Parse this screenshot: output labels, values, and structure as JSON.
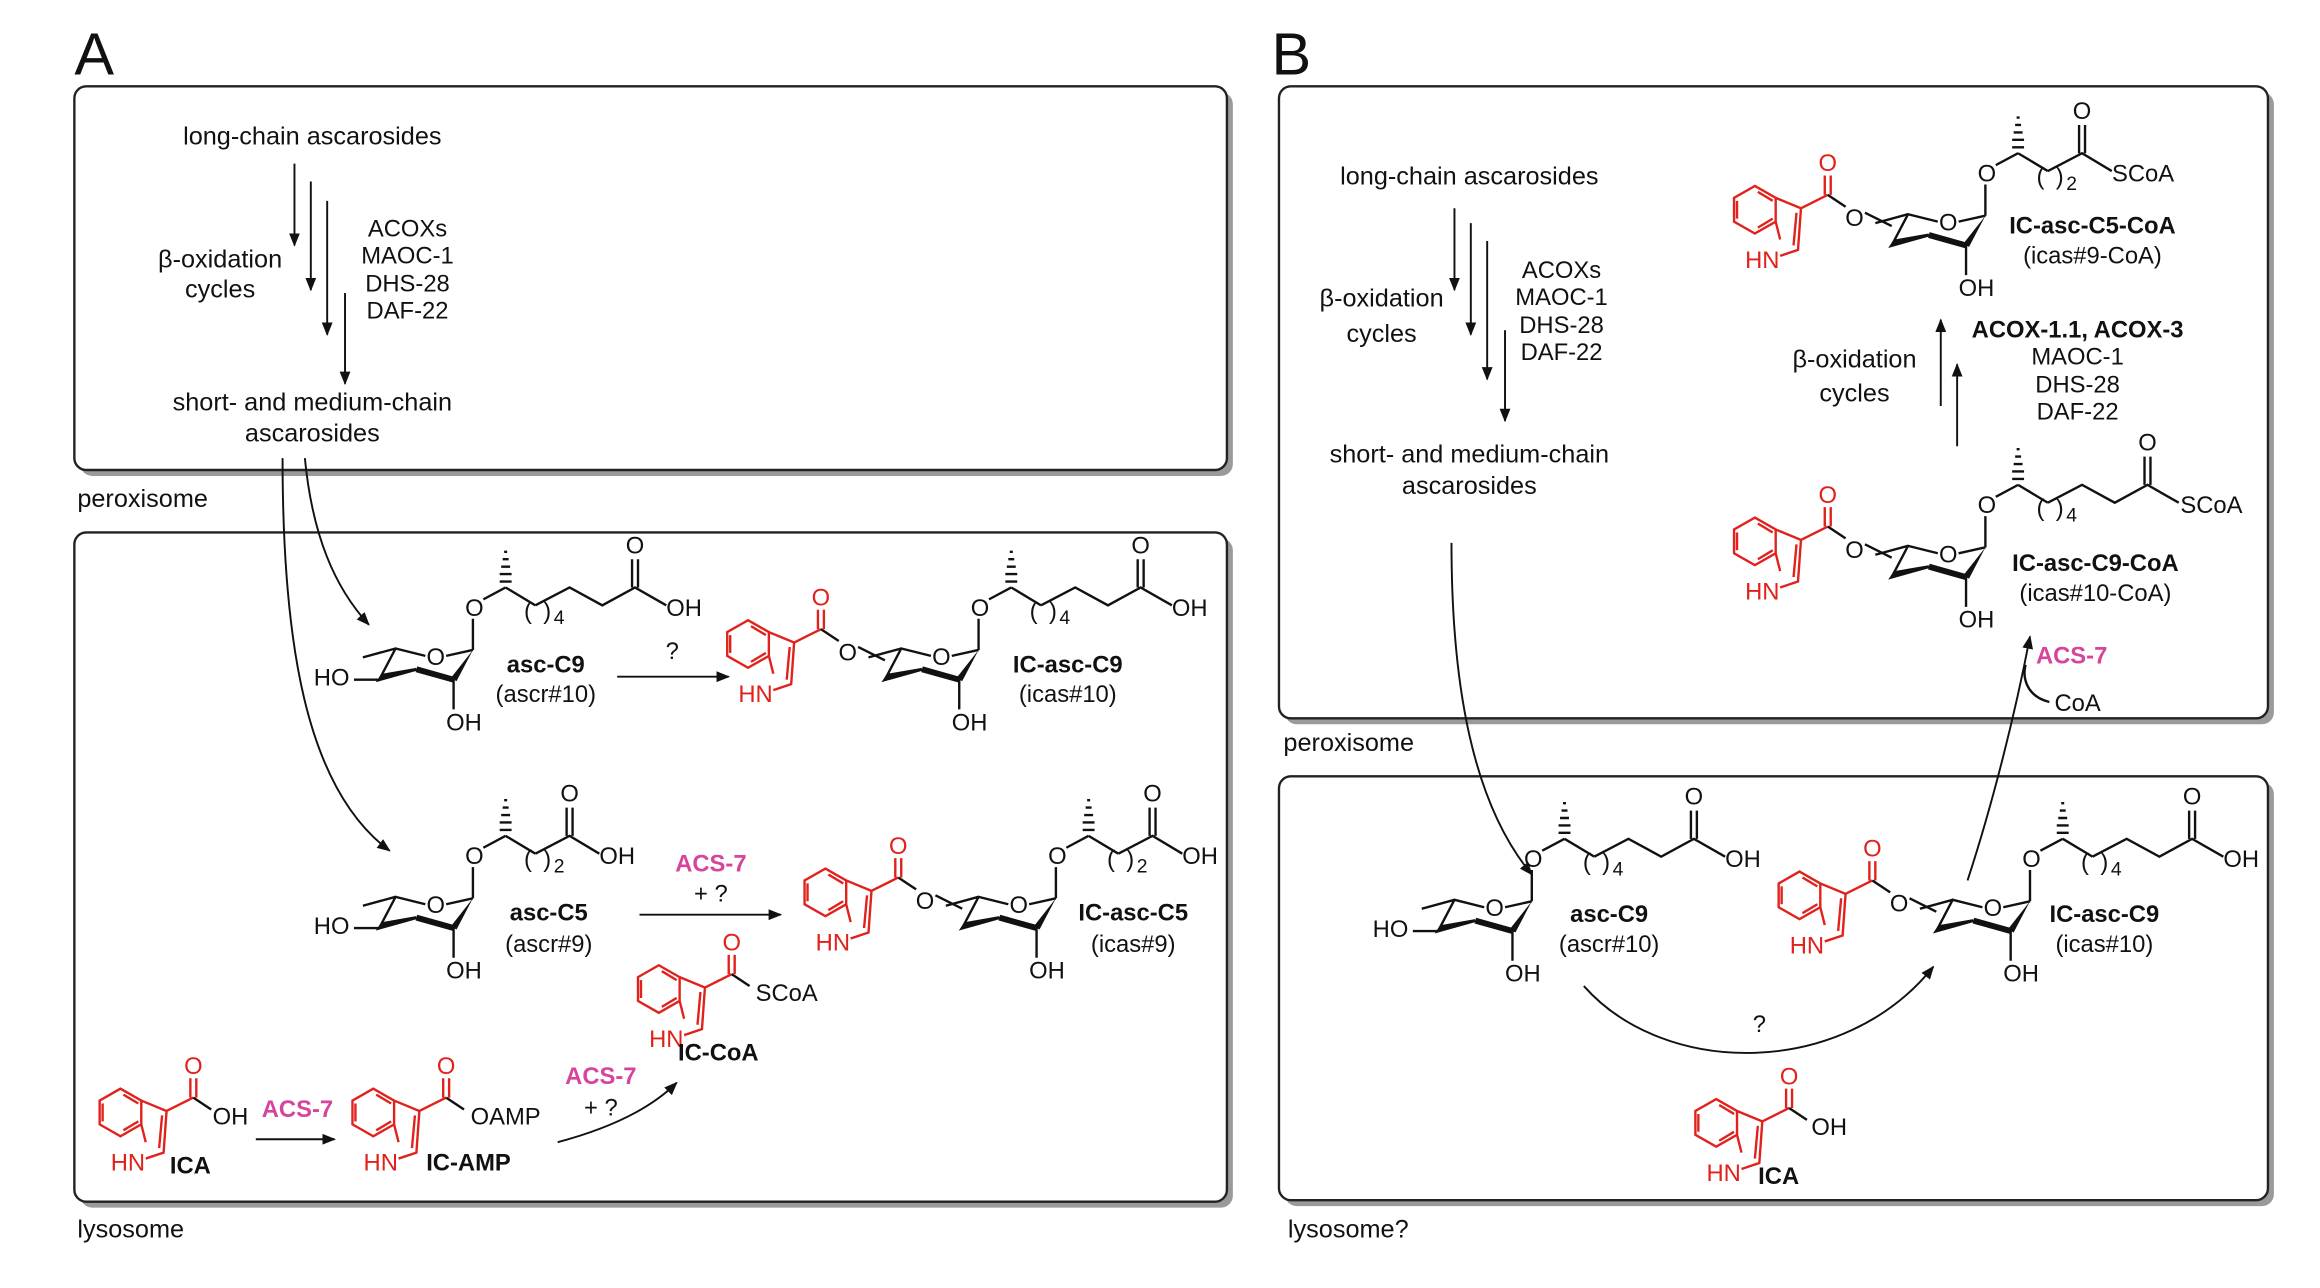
{
  "panels": {
    "a": "A",
    "b": "B"
  },
  "compartments": {
    "peroxisome": "peroxisome",
    "lysosome": "lysosome",
    "lysosome_q": "lysosome?"
  },
  "text": {
    "long_chain": "long-chain ascarosides",
    "beta_ox": "β-oxidation",
    "cycles": "cycles",
    "short_medium_1": "short- and medium-chain",
    "short_medium_2": "ascarosides",
    "enzymes": [
      "ACOXs",
      "MAOC-1",
      "DHS-28",
      "DAF-22"
    ],
    "enzymes_b": [
      "ACOX-1.1, ACOX-3",
      "MAOC-1",
      "DHS-28",
      "DAF-22"
    ],
    "acs7": "ACS-7",
    "plus_q": "+ ?",
    "q": "?",
    "coa": "CoA"
  },
  "compounds": {
    "asc_c9": {
      "name": "asc-C9",
      "alias": "(ascr#10)"
    },
    "ic_asc_c9": {
      "name": "IC-asc-C9",
      "alias": "(icas#10)"
    },
    "asc_c5": {
      "name": "asc-C5",
      "alias": "(ascr#9)"
    },
    "ic_asc_c5": {
      "name": "IC-asc-C5",
      "alias": "(icas#9)"
    },
    "ica": {
      "name": "ICA"
    },
    "ic_amp": {
      "name": "IC-AMP"
    },
    "ic_coa": {
      "name": "IC-CoA"
    },
    "ic_asc_c5_coa": {
      "name": "IC-asc-C5-CoA",
      "alias": "(icas#9-CoA)"
    },
    "ic_asc_c9_coa": {
      "name": "IC-asc-C9-CoA",
      "alias": "(icas#10-CoA)"
    }
  },
  "atoms": {
    "O": "O",
    "OH": "OH",
    "HO": "HO",
    "HN": "HN",
    "SCoA": "SCoA",
    "OAMP": "OAMP",
    "n4": "4",
    "n2": "2",
    "lp": "(",
    "rp": ")"
  },
  "colors": {
    "indole": "#e0211c",
    "enzyme_highlight": "#d6449b"
  }
}
